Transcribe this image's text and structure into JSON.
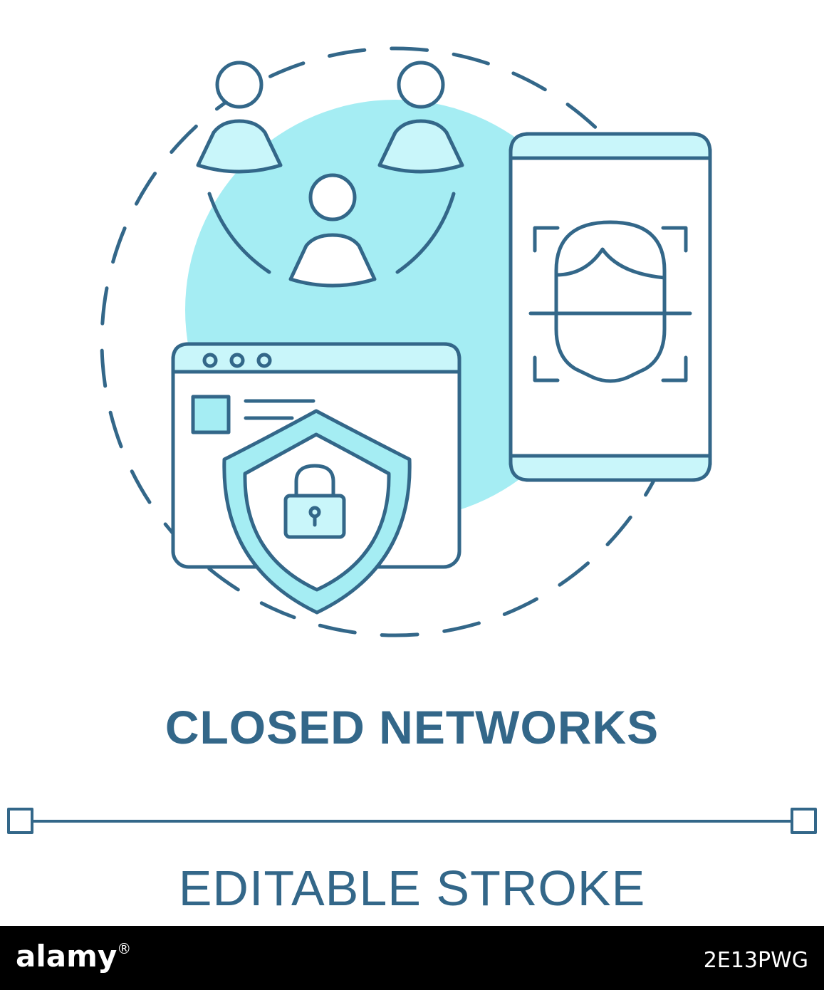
{
  "title": "CLOSED NETWORKS",
  "subtitle": "EDITABLE STROKE",
  "footer": {
    "brand": "alamy",
    "brand_mark": "®",
    "stock_id": "2E13PWG"
  },
  "colors": {
    "stroke": "#336789",
    "fill_light": "#a5edf3",
    "fill_pale": "#c9f6fa",
    "background": "#ffffff",
    "footer_bg": "#000000",
    "footer_text": "#ffffff"
  },
  "icons": [
    "dashed-circle-icon",
    "people-network-icon",
    "smartphone-face-id-icon",
    "browser-window-icon",
    "shield-lock-icon",
    "editable-stroke-line-icon"
  ]
}
